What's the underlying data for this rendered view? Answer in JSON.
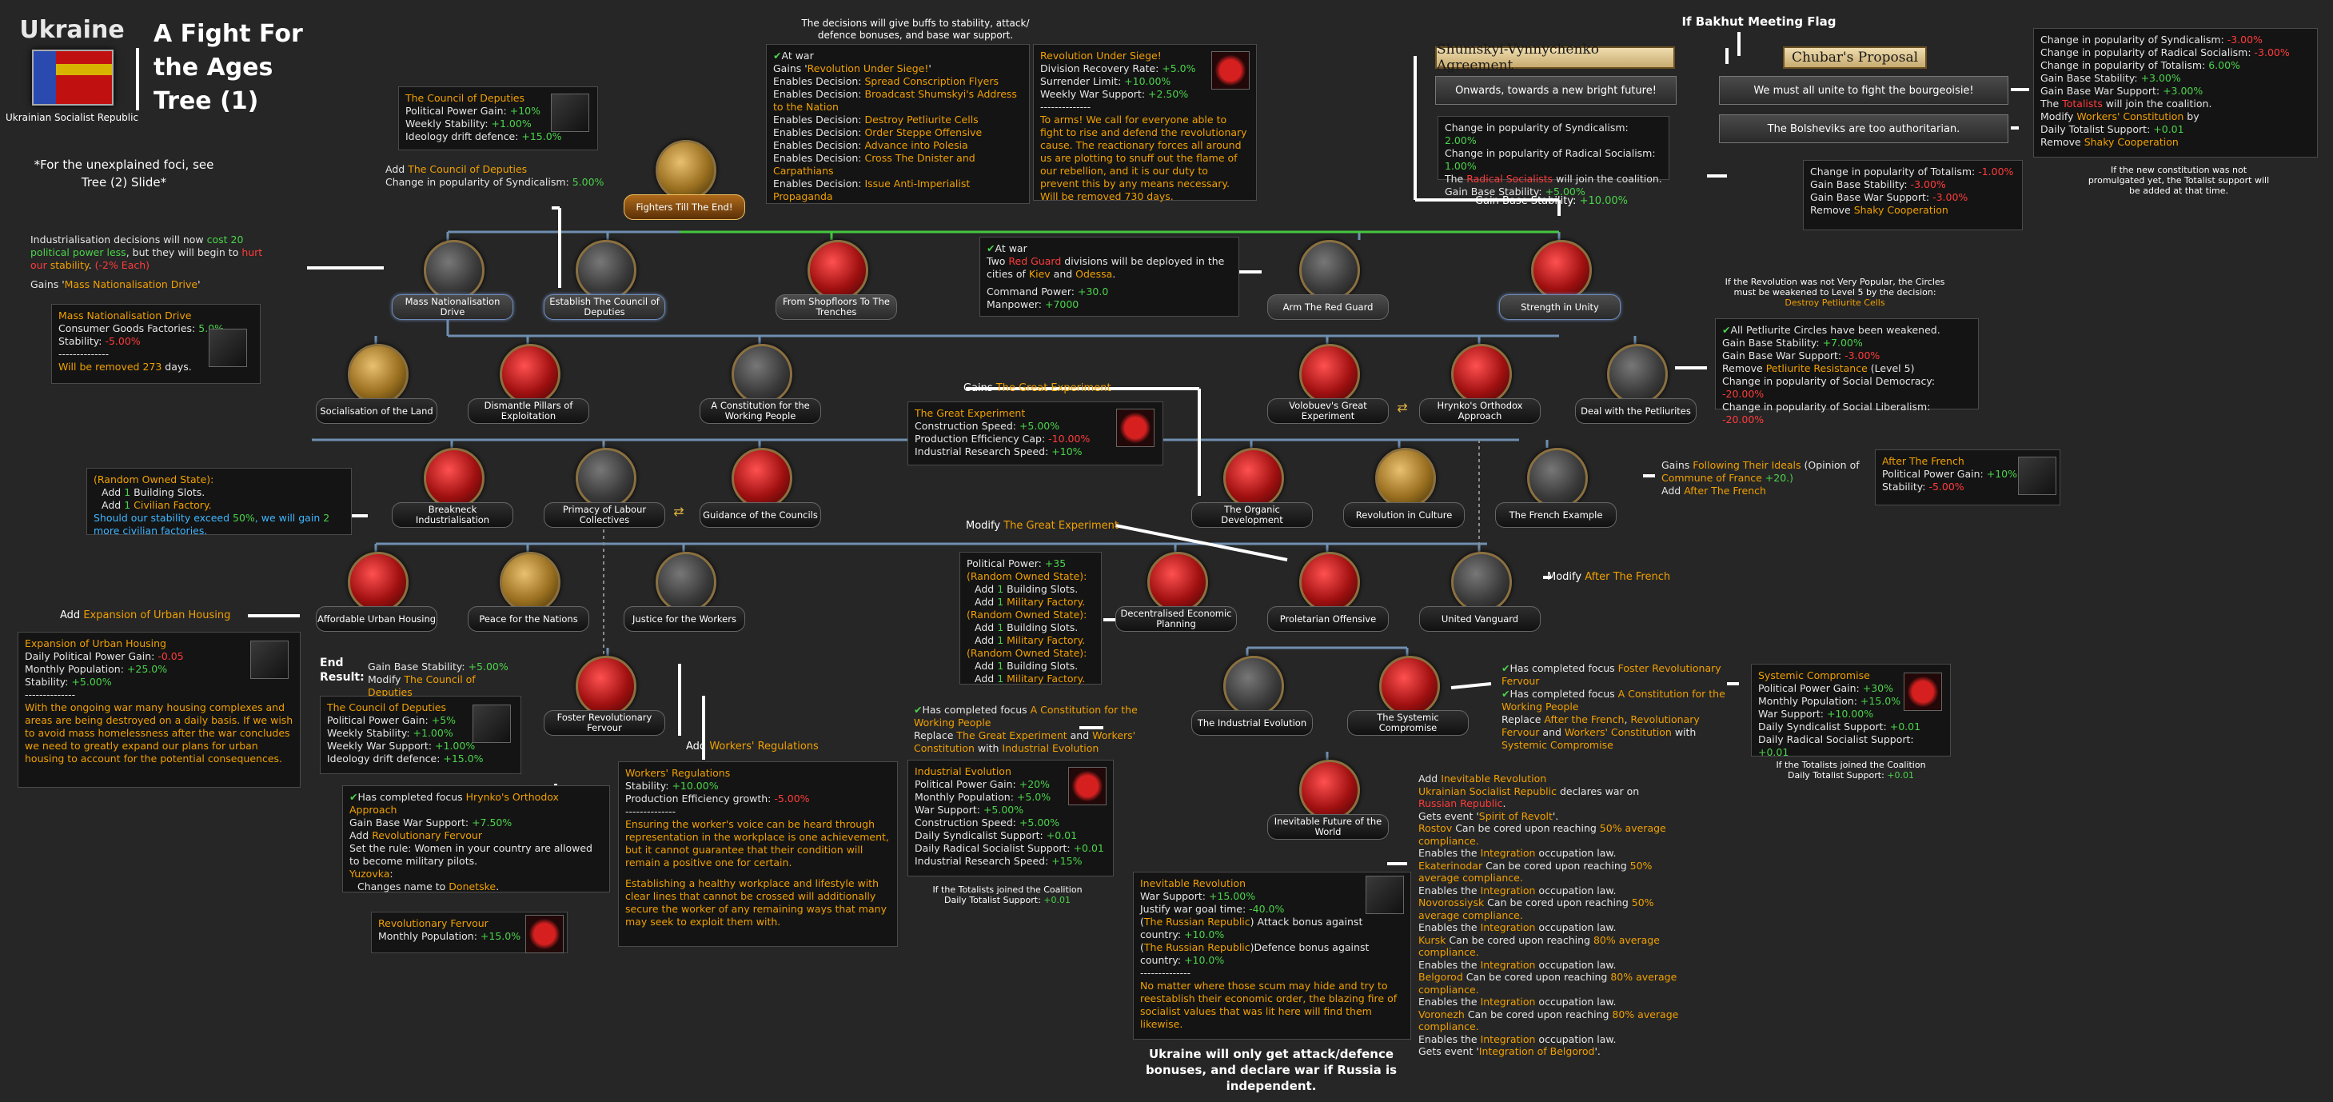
{
  "header": {
    "country": "Ukraine",
    "country_sub": "Ukrainian Socialist Republic",
    "tree_title": "A Fight For the Ages Tree (1)",
    "note": "*For the unexplained foci, see Tree (2) Slide*",
    "top_note": "The decisions will give buffs to stability, attack/ defence bonuses, and base war support.",
    "bakhut": "If Bakhut Meeting Flag"
  },
  "focuses": {
    "fighters": "Fighters Till The End!",
    "mass_nat": "Mass Nationalisation Drive",
    "council": "Establish The Council of Deputies",
    "shopfloors": "From Shopfloors To The Trenches",
    "red_guard": "Arm The Red Guard",
    "unity": "Strength in Unity",
    "socialisation": "Socialisation of the Land",
    "dismantle": "Dismantle Pillars of Exploitation",
    "constitution": "A Constitution for the Working People",
    "volobuev": "Volobuev's Great Experiment",
    "hrynko": "Hrynko's Orthodox Approach",
    "petliurites": "Deal with the Petliurites",
    "breakneck": "Breakneck Industrialisation",
    "primacy": "Primacy of Labour Collectives",
    "guidance": "Guidance of the Councils",
    "organic": "The Organic Development",
    "culture": "Revolution in Culture",
    "french": "The French Example",
    "housing": "Affordable Urban Housing",
    "peace": "Peace for the Nations",
    "justice": "Justice for the Workers",
    "decentral": "Decentralised Economic Planning",
    "proletarian": "Proletarian Offensive",
    "vanguard": "United Vanguard",
    "foster": "Foster Revolutionary Fervour",
    "industrial": "The Industrial Evolution",
    "systemic": "The Systemic Compromise",
    "inevitable": "Inevitable Future of the World"
  },
  "decisions": {
    "shumskyi": "Shumskyi-Vynnychenko Agreement",
    "chubar": "Chubar's Proposal",
    "onwards": "Onwards, towards a new bright future!",
    "unite": "We must all unite to fight the bourgeoisie!",
    "bolsheviks": "The Bolsheviks are too authoritarian."
  },
  "boxes": {
    "council_tip": [
      "The Council of Deputies",
      "Political Power Gain: ",
      "+10%",
      "Weekly Stability: ",
      "+1.00%",
      "Ideology drift defence: ",
      "+15.0%"
    ],
    "add_council": [
      "Add ",
      "The Council of Deputies",
      "Change in popularity of Syndicalism: ",
      "5.00%"
    ],
    "industrialisation_note": [
      "Industrialisation decisions will now ",
      "cost 20 political power less",
      ", but they will begin to ",
      "hurt our",
      "stability",
      ". ",
      "(-2% Each)",
      "Gains '",
      "Mass Nationalisation Drive",
      "'"
    ],
    "mass_nat_tip": [
      "Mass Nationalisation Drive",
      "Consumer Goods Factories: ",
      "5.0%",
      "Stability: ",
      "-5.00%",
      "--------------",
      "Will be removed ",
      "273",
      " days."
    ],
    "at_war": [
      "At war",
      "Gains '",
      "Revolution Under Siege!",
      "'",
      "Enables Decision: ",
      "Spread Conscription Flyers",
      "Enables Decision: ",
      "Broadcast Shumskyi's Address to the Nation",
      "Enables Decision: ",
      "Destroy Petliurite Cells",
      "Enables Decision: ",
      "Order Steppe Offensive",
      "Enables Decision: ",
      "Advance into Polesia",
      "Enables Decision: ",
      "Cross The Dnister and Carpathians",
      "Enables Decision: ",
      "Issue Anti-Imperialist Propaganda"
    ],
    "siege": [
      "Revolution Under Siege!",
      "Division Recovery Rate: ",
      "+5.0%",
      "Surrender Limit: ",
      "+10.00%",
      "Weekly War Support: ",
      "+2.50%",
      "--------------",
      "To arms! We call for everyone able to fight to rise and defend the revolutionary cause. The reactionary forces all around us are plotting to snuff out the flame of our rebellion, and it is our duty to prevent this by any means necessary.",
      "Will be removed 730 days."
    ],
    "red_guard_tip": [
      "At war",
      "Two ",
      "Red Guard",
      " divisions will be deployed in the cities of ",
      "Kiev",
      " and ",
      "Odessa",
      ".",
      "Command Power: ",
      "+30.0",
      "Manpower: ",
      "+7000"
    ],
    "shumskyi_tip": [
      "Change in popularity of Syndicalism: ",
      "2.00%",
      "Change in popularity of Radical Socialism: ",
      "1.00%",
      "The ",
      "Radical Socialists",
      " will join the coalition.",
      "Gain Base Stability: ",
      "+5.00%"
    ],
    "chubar_tip": [
      "Change in popularity of Totalism: ",
      "-1.00%",
      "Gain Base Stability: ",
      "-3.00%",
      "Gain Base War Support: ",
      "-3.00%",
      "Remove ",
      "Shaky Cooperation"
    ],
    "unite_tip": [
      "Change in popularity of Syndicalism: ",
      "-3.00%",
      "Change in popularity of Radical Socialism: ",
      "-3.00%",
      "Change in popularity of Totalism: ",
      "6.00%",
      "Gain Base Stability: ",
      "+3.00%",
      "Gain Base War Support: ",
      "+3.00%",
      "The ",
      "Totalists",
      " will join the coalition.",
      "Modify ",
      "Workers' Constitution",
      " by",
      "Daily Totalist Support: ",
      "+0.01",
      "Remove ",
      "Shaky Cooperation"
    ],
    "gain_stab": [
      "Gain Base Stability: ",
      "+10.00%"
    ],
    "new_constitution_note": "If the new constitution was not promulgated yet, the Totalist support will be added at that time.",
    "petliurite_note": [
      "If the Revolution was not Very Popular, the Circles must be weakened to Level 5 by the decision:",
      "Destroy Petliurite Cells"
    ],
    "petliurite_tip": [
      "All Petliurite Circles have been weakened.",
      "Gain Base Stability: ",
      "+7.00%",
      "Gain Base War Support: ",
      "-3.00%",
      "Remove ",
      "Petliurite Resistance",
      " (Level 5)",
      "Change in popularity of Social Democracy: ",
      "-20.00%",
      "Change in popularity of Social Liberalism: ",
      "-20.00%"
    ],
    "gains_experiment": [
      "Gains ",
      "The Great Experiment"
    ],
    "experiment_tip": [
      "The Great Experiment",
      "Construction Speed: ",
      "+5.00%",
      "Production Efficiency Cap: ",
      "-10.00%",
      "Industrial Research Speed: ",
      "+10%"
    ],
    "french_gain": [
      "Gains ",
      "Following Their Ideals",
      " (Opinion of ",
      "Commune of France",
      " +20.)",
      "Add ",
      "After The French"
    ],
    "after_french_tip": [
      "After The French",
      "Political Power Gain: ",
      "+10%",
      "Stability: ",
      "-5.00%"
    ],
    "breakneck_tip": [
      "(Random Owned State):",
      "Add ",
      "1",
      " Building Slots.",
      "Add ",
      "1",
      " Civilian Factory.",
      "Should our stability exceed ",
      "50%",
      ", we will gain ",
      "2",
      " more civilian factories."
    ],
    "modify_experiment": [
      "Modify ",
      "The Great Experiment"
    ],
    "modify_french": [
      "Modify ",
      "After The French"
    ],
    "decentral_tip": [
      "Political Power: ",
      "+35",
      "(Random Owned State):",
      "Add ",
      "1",
      " Building Slots.",
      "Add ",
      "1",
      " Military Factory.",
      "(Random Owned State):",
      "Add ",
      "1",
      " Building Slots.",
      "Add ",
      "1",
      " Military Factory.",
      "(Random Owned State):",
      "Add ",
      "1",
      " Building Slots.",
      "Add ",
      "1",
      " Military Factory."
    ],
    "add_housing": [
      "Add ",
      "Expansion of Urban Housing"
    ],
    "housing_tip": [
      "Expansion of Urban Housing",
      "Daily Political Power Gain: ",
      "-0.05",
      "Monthly Population: ",
      "+25.0%",
      "Stability: ",
      "+5.00%",
      "--------------",
      "With the ongoing war many housing complexes and areas are being destroyed on a daily basis. If we wish to avoid mass homelessness after the war concludes we need to greatly expand our plans for urban housing to account for the potential consequences."
    ],
    "end_result": [
      "End Result:",
      "Gain Base Stability: ",
      "+5.00%",
      "Modify ",
      "The Council of Deputies"
    ],
    "council_end_tip": [
      "The Council of Deputies",
      "Political Power Gain: ",
      "+5%",
      "Weekly Stability: ",
      "+1.00%",
      "Weekly War Support: ",
      "+1.00%",
      "Ideology drift defence: ",
      "+15.0%"
    ],
    "add_regs": [
      "Add ",
      "Workers' Regulations"
    ],
    "regs_tip": [
      "Workers' Regulations",
      "Stability: ",
      "+10.00%",
      "Production Efficiency growth: ",
      "-5.00%",
      "--------------",
      "Ensuring the worker's voice can be heard through representation in the workplace is one achievement, but it cannot guarantee that their condition will remain a positive one for certain.",
      "Establishing a healthy workplace and lifestyle with clear lines that cannot be crossed will additionally secure the worker of any remaining ways that many may seek to exploit them with."
    ],
    "foster_tip": [
      "Has completed focus ",
      "Hrynko's Orthodox Approach",
      "Gain Base War Support: ",
      "+7.50%",
      "Add ",
      "Revolutionary Fervour",
      "Set the rule: ",
      "Women in your country are allowed to become military pilots.",
      "Yuzovka",
      ":",
      "Changes name to ",
      "Donetske",
      "."
    ],
    "fervour_tip": [
      "Revolutionary Fervour",
      "Monthly Population: ",
      "+15.0%"
    ],
    "industrial_prereq": [
      "Has completed focus ",
      "A Constitution for the Working People",
      "Replace ",
      "The Great Experiment",
      " and ",
      "Workers' Constitution",
      " with ",
      "Industrial Evolution"
    ],
    "industrial_tip": [
      "Industrial Evolution",
      "Political Power Gain: ",
      "+20%",
      "Monthly Population: ",
      "+5.0%",
      "War Support: ",
      "+5.00%",
      "Construction Speed: ",
      "+5.00%",
      "Daily Syndicalist Support: ",
      "+0.01",
      "Daily Radical Socialist Support: ",
      "+0.01",
      "Industrial Research Speed: ",
      "+15%"
    ],
    "totalists_joined_1": [
      "If the Totalists joined the Coalition",
      "Daily Totalist Support: ",
      "+0.01"
    ],
    "systemic_prereq": [
      "Has completed focus ",
      "Foster Revolutionary Fervour",
      "Has completed focus ",
      "A Constitution for the Working People",
      "Replace ",
      "After the French",
      ", ",
      "Revolutionary Fervour",
      " and ",
      "Workers' Constitution",
      " with ",
      "Systemic Compromise"
    ],
    "systemic_tip": [
      "Systemic Compromise",
      "Political Power Gain: ",
      "+30%",
      "Monthly Population: ",
      "+15.0%",
      "War Support: ",
      "+10.00%",
      "Daily Syndicalist Support: ",
      "+0.01",
      "Daily Radical Socialist Support: ",
      "+0.01"
    ],
    "totalists_joined_2": [
      "If the Totalists joined the Coalition",
      "Daily Totalist Support: ",
      "+0.01"
    ],
    "inevitable_tip": [
      "Inevitable Revolution",
      "War Support: ",
      "+15.00%",
      "Justify war goal time: ",
      "-40.0%",
      "(",
      "The Russian Republic",
      ") Attack bonus against country: ",
      "+10.0%",
      "(",
      "The Russian Republic",
      ")Defence bonus against country: ",
      "+10.0%",
      "--------------",
      "No matter where those scum may hide and try to reestablish their economic order, the blazing fire of socialist values that was lit here will find them likewise."
    ],
    "inevitable_effects": [
      "Add ",
      "Inevitable Revolution",
      "Ukrainian Socialist Republic",
      " declares war on ",
      "Russian Republic",
      ".",
      "Gets event '",
      "Spirit of Revolt",
      "'.",
      "Rostov",
      " Can be cored upon reaching ",
      "50% average compliance.",
      "Enables the ",
      "Integration",
      " occupation law.",
      "Ekaterinodar",
      " Can be cored upon reaching ",
      "50% average compliance.",
      "Enables the ",
      "Integration",
      " occupation law.",
      "Novorossiysk",
      " Can be cored upon reaching ",
      "50% average compliance.",
      "Enables the ",
      "Integration",
      " occupation law.",
      "Kursk",
      " Can be cored upon reaching ",
      "80% average compliance.",
      "Enables the ",
      "Integration",
      " occupation law.",
      "Belgorod",
      " Can be cored upon reaching ",
      "80% average compliance.",
      "Enables the ",
      "Integration",
      " occupation law.",
      "Voronezh",
      " Can be cored upon reaching ",
      "80% average compliance.",
      "Enables the ",
      "Integration",
      " occupation law.",
      "Gets event '",
      "Integration of Belgorod",
      "'."
    ],
    "bottom_note": "Ukraine will only get attack/defence bonuses, and declare war if Russia is independent."
  }
}
